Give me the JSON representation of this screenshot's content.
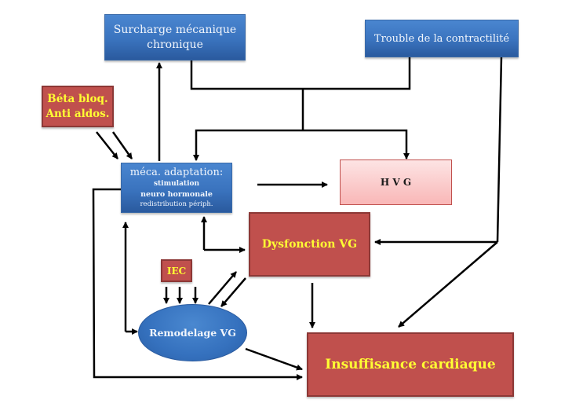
{
  "diagram": {
    "nodes": {
      "surcharge": {
        "line1": "Surcharge  mécanique",
        "line2": "chronique"
      },
      "trouble": {
        "label": "Trouble de la contractilité"
      },
      "beta": {
        "line1": "Béta bloq.",
        "line2": "Anti aldos."
      },
      "meca": {
        "title": "méca. adaptation:",
        "line2": "stimulation",
        "line3": "neuro hormonale",
        "line4": "redistribution périph."
      },
      "hvg": {
        "label": "H V G"
      },
      "dysfonction": {
        "label": "Dysfonction VG"
      },
      "iec": {
        "label": "IEC"
      },
      "remodelage": {
        "label": "Remodelage VG"
      },
      "insuffisance": {
        "label": "Insuffisance cardiaque"
      }
    },
    "colors": {
      "blue_node": "#3a73be",
      "red_node": "#c0504d",
      "red_text": "#ffff33",
      "pink_node": "#f9b7b7",
      "connector": "#000000"
    }
  }
}
